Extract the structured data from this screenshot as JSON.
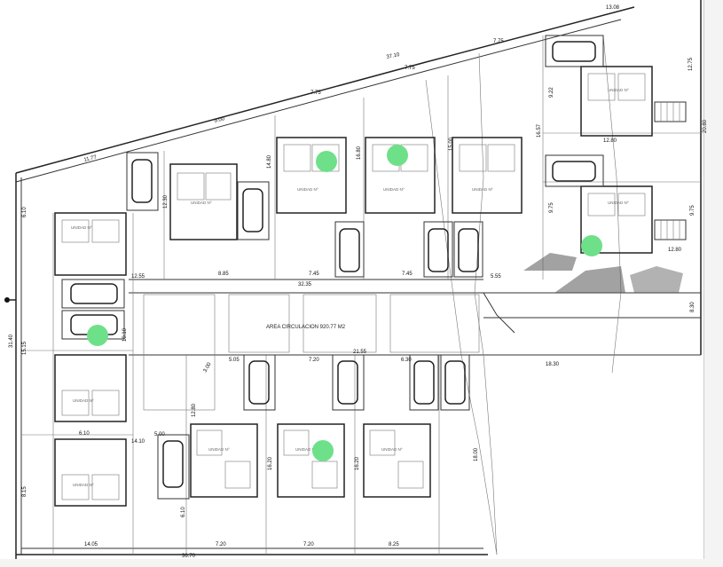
{
  "dimensions": {
    "top_1": "13.08",
    "top_2": "37.10",
    "top_3": "7.75",
    "top_4": "7.75",
    "top_5": "7.75",
    "top_6": "9.00",
    "top_7": "11.77",
    "right_1": "12.75",
    "right_2": "20.80",
    "right_3": "9.22",
    "right_4": "12.80",
    "right_5": "9.75",
    "right_6": "12.80",
    "right_7": "9.75",
    "right_8": "8.30",
    "left_1": "6.10",
    "left_2": "31.40",
    "left_3": "15.15",
    "left_4": "8.15",
    "mid_1": "12.55",
    "mid_2": "8.85",
    "mid_3": "7.45",
    "mid_4": "7.45",
    "mid_5": "32.35",
    "mid_6": "5.55",
    "mid_7": "18.30",
    "mid_8": "21.55",
    "mid_9": "5.05",
    "mid_10": "7.20",
    "mid_11": "6.30",
    "mid_12": "3.00",
    "mid_13": "10.10",
    "mid_14": "12.30",
    "mid_15": "14.80",
    "mid_16": "16.80",
    "mid_17": "15.00",
    "mid_18": "16.57",
    "lower_1": "6.10",
    "lower_2": "14.10",
    "lower_3": "5.00",
    "lower_4": "12.80",
    "lower_5": "16.20",
    "lower_6": "16.20",
    "lower_7": "18.00",
    "lower_8": "6.10",
    "bottom_1": "14.05",
    "bottom_2": "7.20",
    "bottom_3": "7.20",
    "bottom_4": "8.25",
    "bottom_5": "36.70"
  },
  "area_label": "AREA CIRCULACION 920.77 M2",
  "unit_label": "UNIDAD Nº",
  "markers_color": "#6fe08a"
}
